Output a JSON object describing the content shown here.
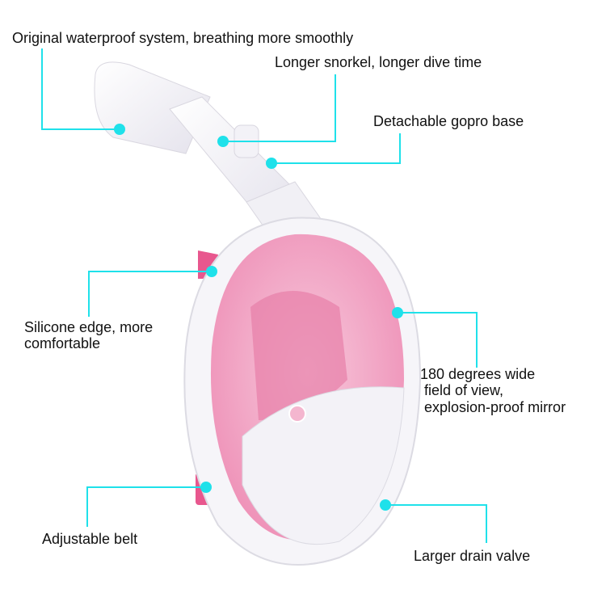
{
  "callouts": {
    "waterproof": "Original waterproof system, breathing more smoothly",
    "snorkel": "Longer snorkel, longer dive time",
    "gopro": "Detachable gopro base",
    "silicone_1": "Silicone edge, more",
    "silicone_2": "comfortable",
    "view_1": "180 degrees wide",
    "view_2": "field of view,",
    "view_3": "explosion-proof mirror",
    "belt": "Adjustable belt",
    "drain": "Larger drain valve"
  },
  "colors": {
    "accent": "#1fe1ea",
    "pink": "#f29bc0",
    "strap": "#e8578e"
  }
}
